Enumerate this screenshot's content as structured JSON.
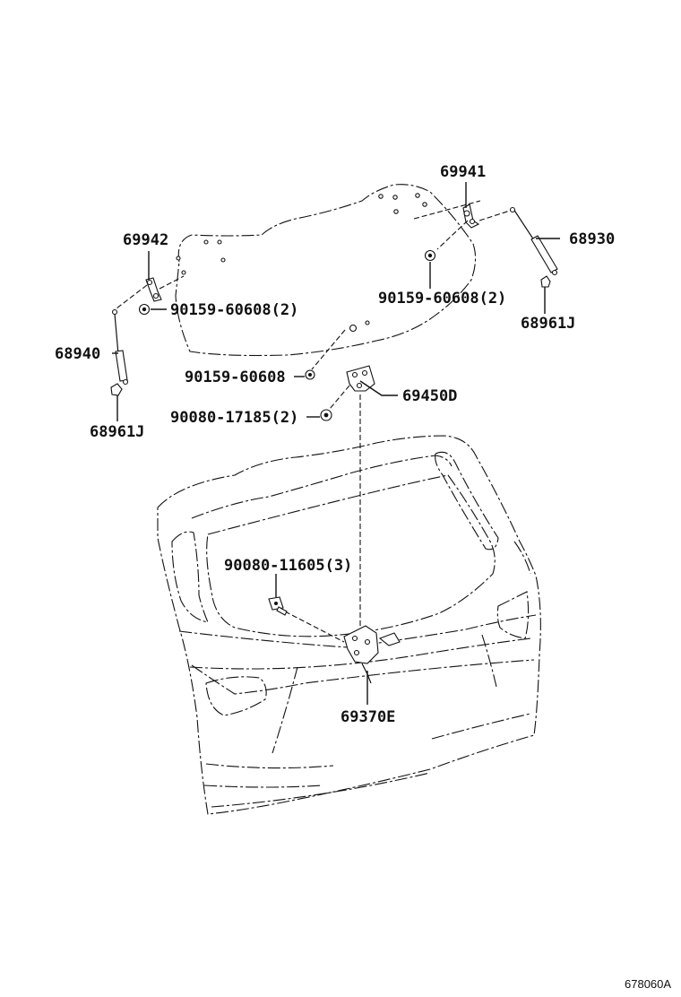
{
  "diagram": {
    "parts": {
      "p69941": "69941",
      "p69942": "69942",
      "p68930": "68930",
      "p68940": "68940",
      "p68961j_right": "68961J",
      "p68961j_left": "68961J",
      "bolt_right": "90159-60608(2)",
      "bolt_left": "90159-60608(2)",
      "bolt_center": "90159-60608",
      "p69450d": "69450D",
      "nut_lower": "90080-17185(2)",
      "bolt_lock": "90080-11605(3)",
      "p69370e": "69370E"
    },
    "reference_code": "678060A"
  }
}
